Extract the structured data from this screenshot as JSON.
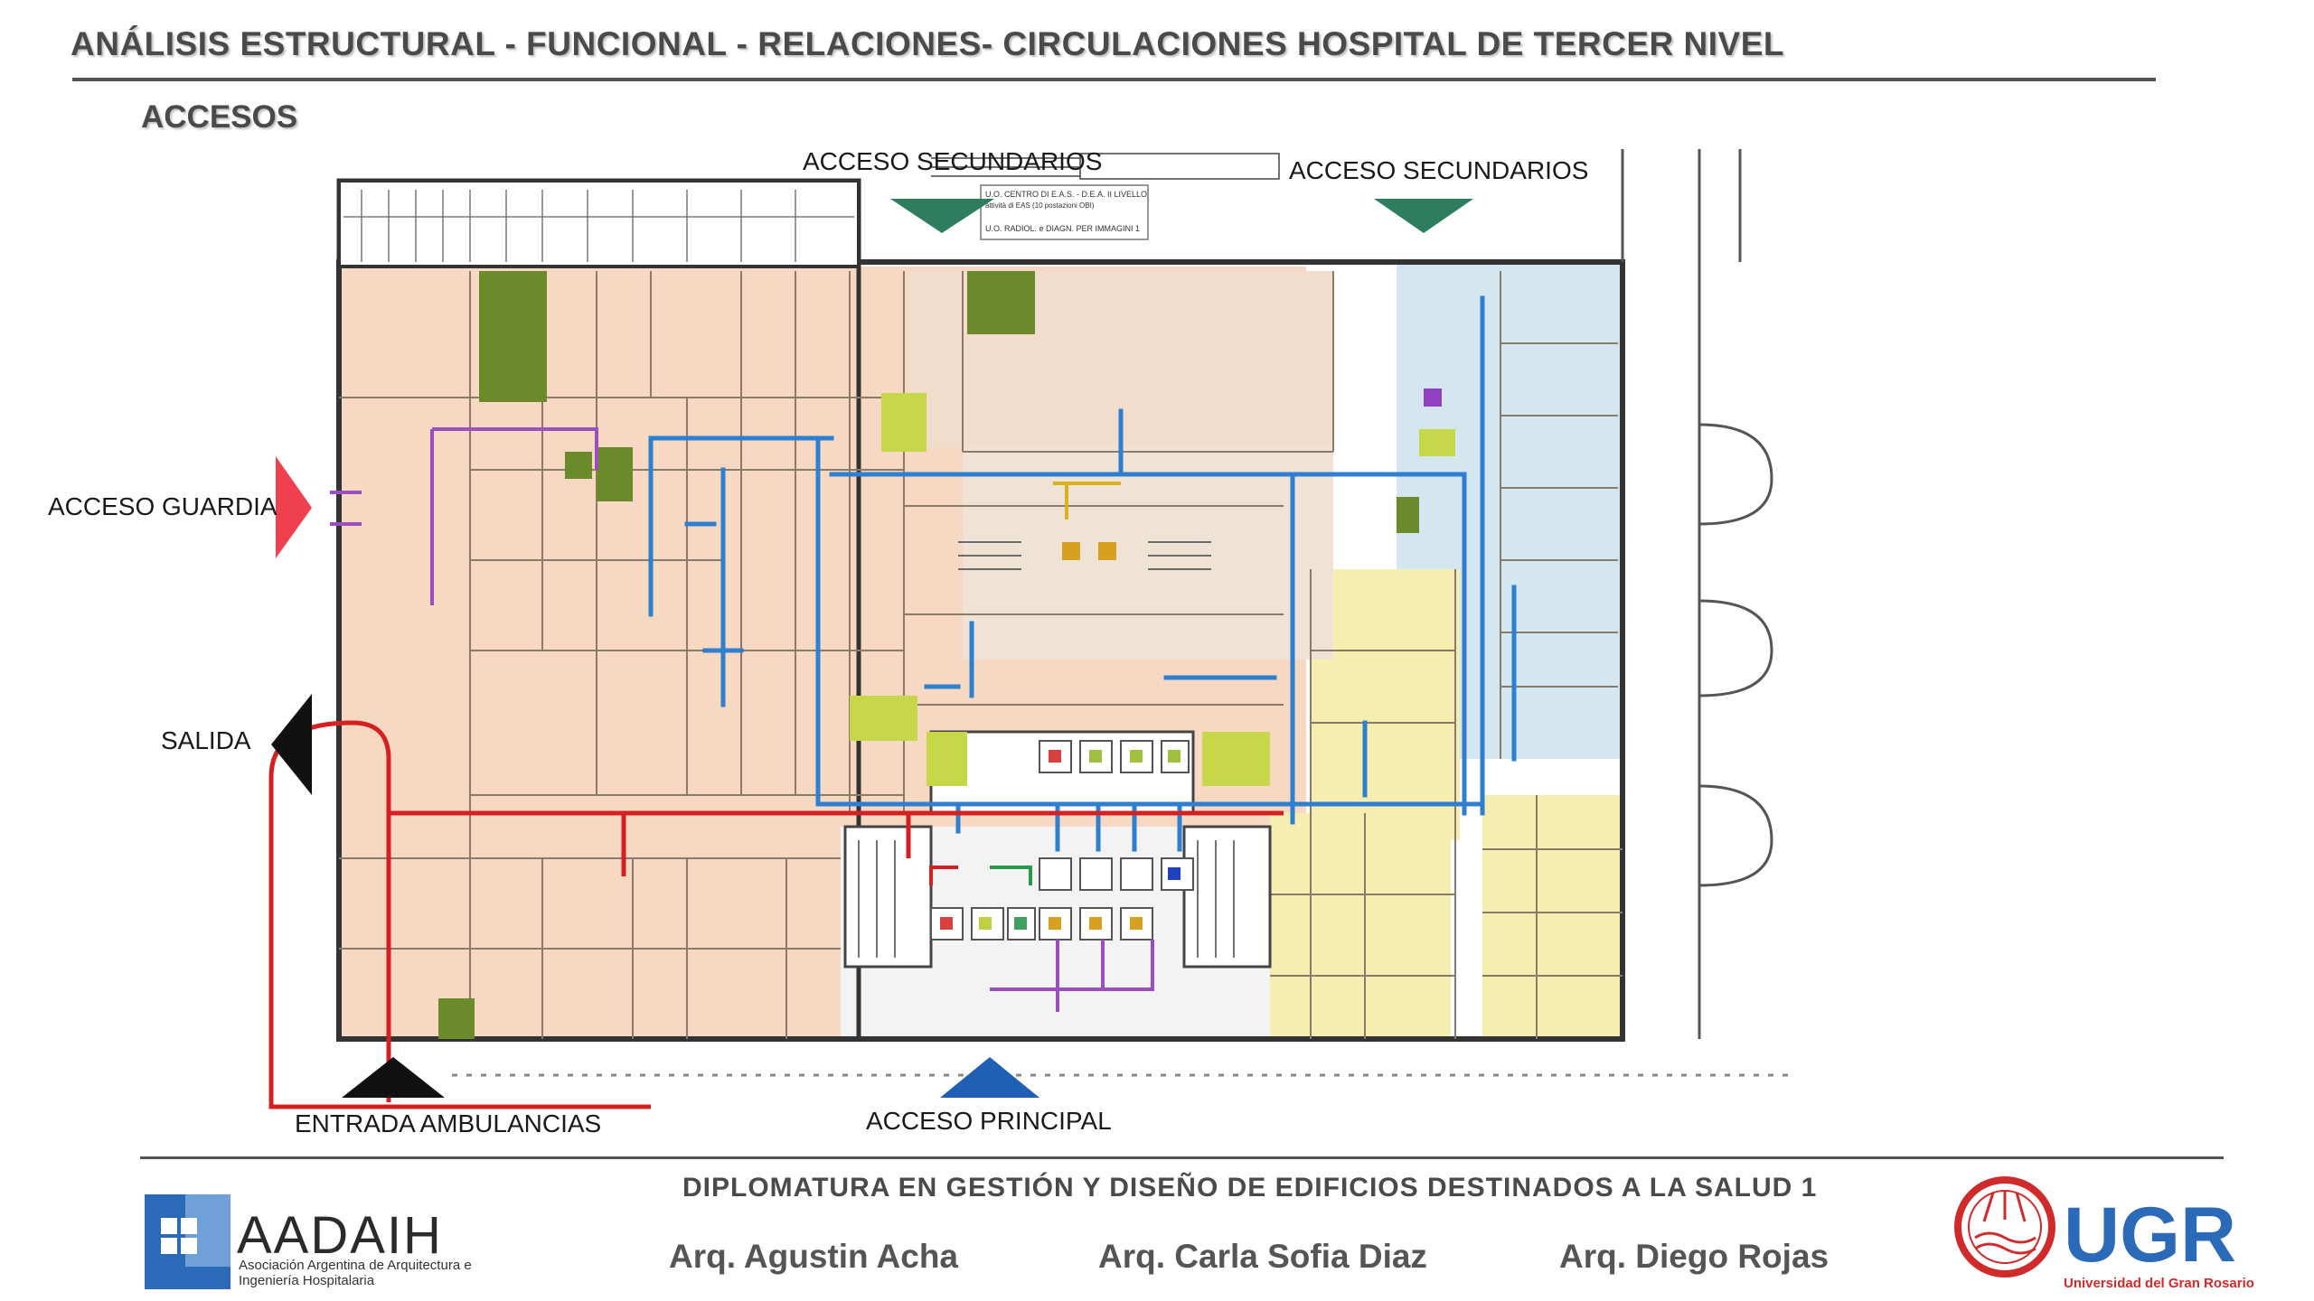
{
  "title": "ANÁLISIS ESTRUCTURAL - FUNCIONAL - RELACIONES- CIRCULACIONES HOSPITAL DE TERCER NIVEL",
  "subtitle": "ACCESOS",
  "labels": {
    "secondary_1": "ACCESO SECUNDARIOS",
    "secondary_2": "ACCESO SECUNDARIOS",
    "guardia": "ACCESO GUARDIA",
    "salida": "SALIDA",
    "ambulancias": "ENTRADA AMBULANCIAS",
    "principal": "ACCESO PRINCIPAL"
  },
  "plan_notes": {
    "unit_1": "U.O. CENTRO DI E.A.S. - D.E.A. II LIVELLO",
    "unit_1_sub": "attività di EAS (10 postazioni OBI)",
    "unit_2": "U.O. RADIOL. e DIAGN. PER IMMAGINI 1"
  },
  "footer": {
    "diploma": "DIPLOMATURA EN GESTIÓN Y DISEÑO DE EDIFICIOS DESTINADOS A LA SALUD 1",
    "authors": [
      "Arq. Agustin Acha",
      "Arq. Carla Sofia Diaz",
      "Arq. Diego Rojas"
    ]
  },
  "logos": {
    "aadaih_name": "AADAIH",
    "aadaih_full": "Asociación Argentina de Arquitectura e Ingeniería Hospitalaria",
    "ugr_name": "UGR",
    "ugr_full": "Universidad del Gran Rosario"
  },
  "colors": {
    "zone_peach": "#f7d9c3",
    "zone_blue": "#d4e6ef",
    "zone_yellow": "#f5eeb0",
    "dark_olive": "#6b8a2c",
    "light_olive": "#c6d84a",
    "circulation_blue": "#2f7fd0",
    "circulation_red": "#d42020",
    "circulation_purple": "#9a4ec0",
    "circulation_yellow": "#d8b020",
    "arrow_green": "#2e7d5e",
    "arrow_red": "#f04050",
    "arrow_black": "#111111",
    "arrow_blue": "#1f5fb4"
  }
}
